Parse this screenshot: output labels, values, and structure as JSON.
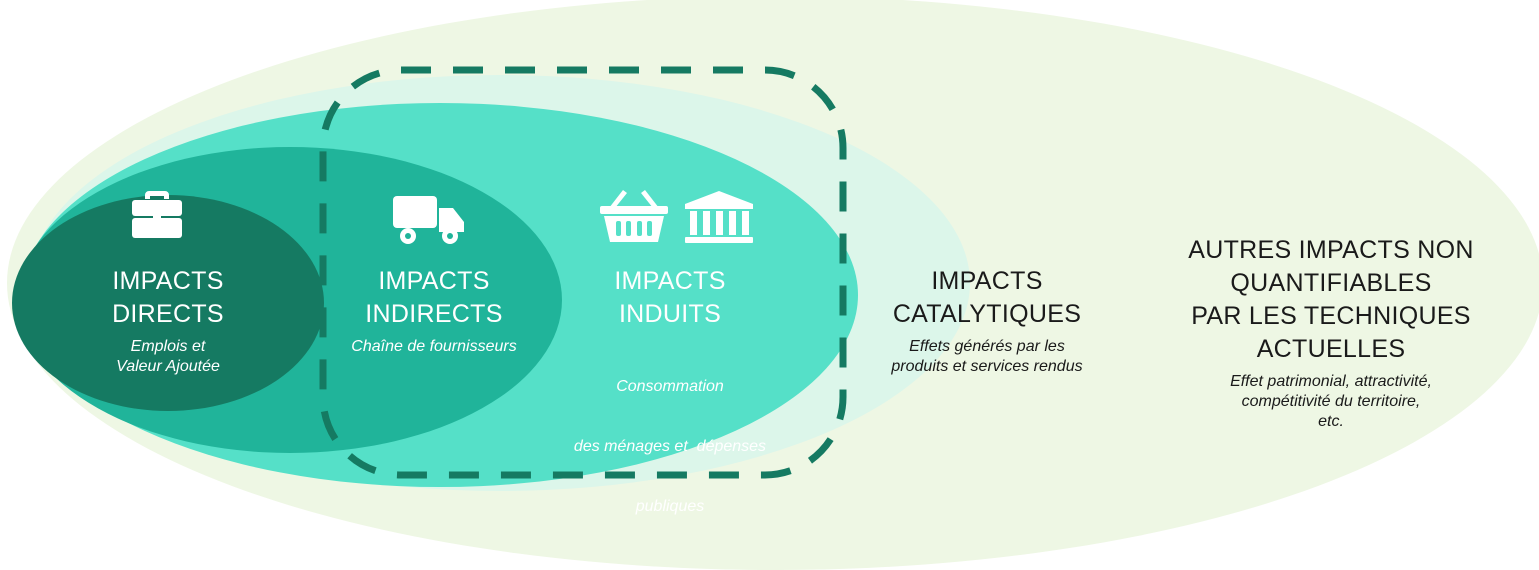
{
  "colors": {
    "outer": "#eef7e4",
    "catalytic": "#dcf6ea",
    "induced": "#55e0c8",
    "indirect": "#20b49a",
    "direct": "#157a62",
    "dash": "#157a62",
    "icon": "#ffffff"
  },
  "diagram": {
    "direct": {
      "title_lines": [
        "IMPACTS",
        "DIRECTS"
      ],
      "subtitle_lines": [
        "Emplois et",
        "Valeur Ajoutée"
      ],
      "icons": [
        "briefcase-icon"
      ]
    },
    "indirect": {
      "title_lines": [
        "IMPACTS",
        "INDIRECTS"
      ],
      "subtitle_lines": [
        "Chaîne de fournisseurs"
      ],
      "icons": [
        "truck-icon"
      ]
    },
    "induced": {
      "title_lines": [
        "IMPACTS",
        "INDUITS"
      ],
      "subtitle_lines": [
        "Consommation",
        "des ménages et  dépenses",
        "publiques"
      ],
      "icons": [
        "basket-icon",
        "bank-icon"
      ]
    },
    "catalytic": {
      "title_lines": [
        "IMPACTS",
        "CATALYTIQUES"
      ],
      "subtitle_lines": [
        "Effets générés par les",
        "produits et services rendus"
      ]
    },
    "other": {
      "title_lines": [
        "AUTRES IMPACTS NON",
        "QUANTIFIABLES",
        "PAR LES TECHNIQUES",
        "ACTUELLES"
      ],
      "subtitle_lines": [
        "Effet patrimonial, attractivité,",
        "compétitivité du territoire,",
        "etc."
      ]
    }
  }
}
